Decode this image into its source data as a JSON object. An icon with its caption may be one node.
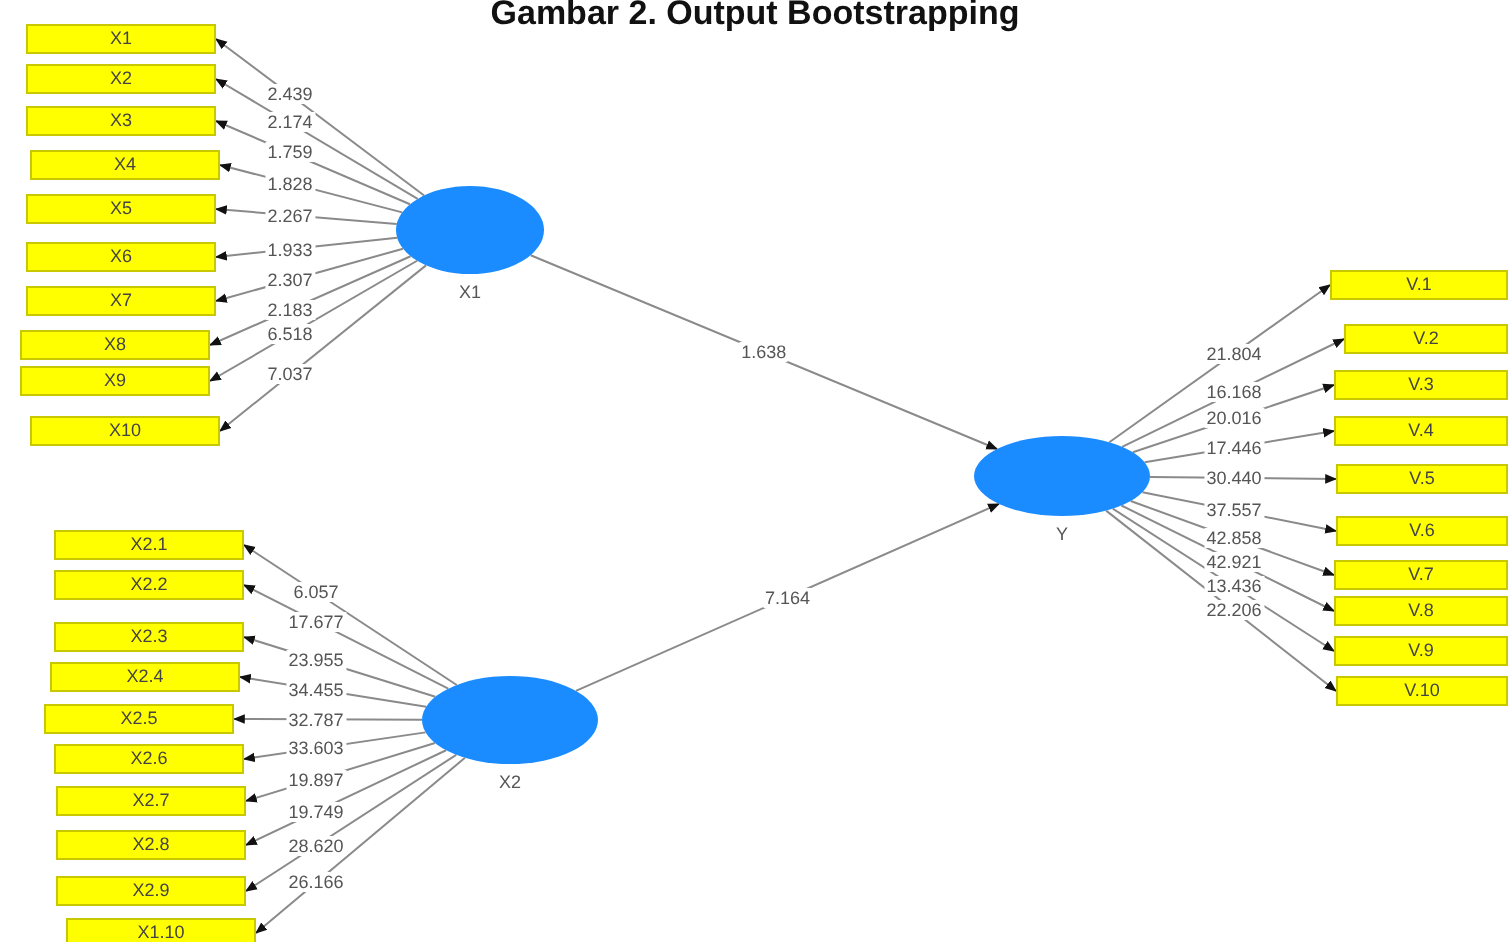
{
  "diagram": {
    "title": "Gambar 2. Output Bootstrapping",
    "nodes": [
      {
        "text": [
          "X1"
        ]
      },
      {
        "text": [
          "X2"
        ]
      },
      {
        "text": [
          "Y"
        ]
      },
      {
        "text": [
          "X1"
        ]
      },
      {
        "text": [
          "X2"
        ]
      },
      {
        "text": [
          "X3"
        ]
      },
      {
        "text": [
          "X4"
        ]
      },
      {
        "text": [
          "X5"
        ]
      },
      {
        "text": [
          "X6"
        ]
      },
      {
        "text": [
          "X7"
        ]
      },
      {
        "text": [
          "X8"
        ]
      },
      {
        "text": [
          "X9"
        ]
      },
      {
        "text": [
          "X10"
        ]
      },
      {
        "text": [
          "X2.1"
        ]
      },
      {
        "text": [
          "X2.2"
        ]
      },
      {
        "text": [
          "X2.3"
        ]
      },
      {
        "text": [
          "X2.4"
        ]
      },
      {
        "text": [
          "X2.5"
        ]
      },
      {
        "text": [
          "X2.6"
        ]
      },
      {
        "text": [
          "X2.7"
        ]
      },
      {
        "text": [
          "X2.8"
        ]
      },
      {
        "text": [
          "X2.9"
        ]
      },
      {
        "text": [
          "X1.10"
        ]
      },
      {
        "text": [
          "V.1"
        ]
      },
      {
        "text": [
          "V.2"
        ]
      },
      {
        "text": [
          "V.3"
        ]
      },
      {
        "text": [
          "V.4"
        ]
      },
      {
        "text": [
          "V.5"
        ]
      },
      {
        "text": [
          "V.6"
        ]
      },
      {
        "text": [
          "V.7"
        ]
      },
      {
        "text": [
          "V.8"
        ]
      },
      {
        "text": [
          "V.9"
        ]
      },
      {
        "text": [
          "V.10"
        ]
      }
    ],
    "edges": [
      {
        "from": 0,
        "to": 2,
        "arrow": "to",
        "label": "1.638"
      },
      {
        "from": 1,
        "to": 2,
        "arrow": "to",
        "label": "7.164"
      },
      {
        "from": 0,
        "to": 3,
        "arrow": "to",
        "label": "2.439"
      },
      {
        "from": 0,
        "to": 4,
        "arrow": "to",
        "label": "2.174"
      },
      {
        "from": 0,
        "to": 5,
        "arrow": "to",
        "label": "1.759"
      },
      {
        "from": 0,
        "to": 6,
        "arrow": "to",
        "label": "1.828"
      },
      {
        "from": 0,
        "to": 7,
        "arrow": "to",
        "label": "2.267"
      },
      {
        "from": 0,
        "to": 8,
        "arrow": "to",
        "label": "1.933"
      },
      {
        "from": 0,
        "to": 9,
        "arrow": "to",
        "label": "2.307"
      },
      {
        "from": 0,
        "to": 10,
        "arrow": "to",
        "label": "2.183"
      },
      {
        "from": 0,
        "to": 11,
        "arrow": "to",
        "label": "6.518"
      },
      {
        "from": 0,
        "to": 12,
        "arrow": "to",
        "label": "7.037"
      },
      {
        "from": 1,
        "to": 13,
        "arrow": "to",
        "label": "6.057"
      },
      {
        "from": 1,
        "to": 14,
        "arrow": "to",
        "label": "17.677"
      },
      {
        "from": 1,
        "to": 15,
        "arrow": "to",
        "label": "23.955"
      },
      {
        "from": 1,
        "to": 16,
        "arrow": "to",
        "label": "34.455"
      },
      {
        "from": 1,
        "to": 17,
        "arrow": "to",
        "label": "32.787"
      },
      {
        "from": 1,
        "to": 18,
        "arrow": "to",
        "label": "33.603"
      },
      {
        "from": 1,
        "to": 19,
        "arrow": "to",
        "label": "19.897"
      },
      {
        "from": 1,
        "to": 20,
        "arrow": "to",
        "label": "19.749"
      },
      {
        "from": 1,
        "to": 21,
        "arrow": "to",
        "label": "28.620"
      },
      {
        "from": 1,
        "to": 22,
        "arrow": "to",
        "label": "26.166"
      },
      {
        "from": 2,
        "to": 23,
        "arrow": "to",
        "label": "21.804"
      },
      {
        "from": 2,
        "to": 24,
        "arrow": "to",
        "label": "16.168"
      },
      {
        "from": 2,
        "to": 25,
        "arrow": "to",
        "label": "20.016"
      },
      {
        "from": 2,
        "to": 26,
        "arrow": "to",
        "label": "17.446"
      },
      {
        "from": 2,
        "to": 27,
        "arrow": "to",
        "label": "30.440"
      },
      {
        "from": 2,
        "to": 28,
        "arrow": "to",
        "label": "37.557"
      },
      {
        "from": 2,
        "to": 29,
        "arrow": "to",
        "label": "42.858"
      },
      {
        "from": 2,
        "to": 30,
        "arrow": "to",
        "label": "42.921"
      },
      {
        "from": 2,
        "to": 31,
        "arrow": "to",
        "label": "13.436"
      },
      {
        "from": 2,
        "to": 32,
        "arrow": "to",
        "label": "22.206"
      }
    ]
  }
}
